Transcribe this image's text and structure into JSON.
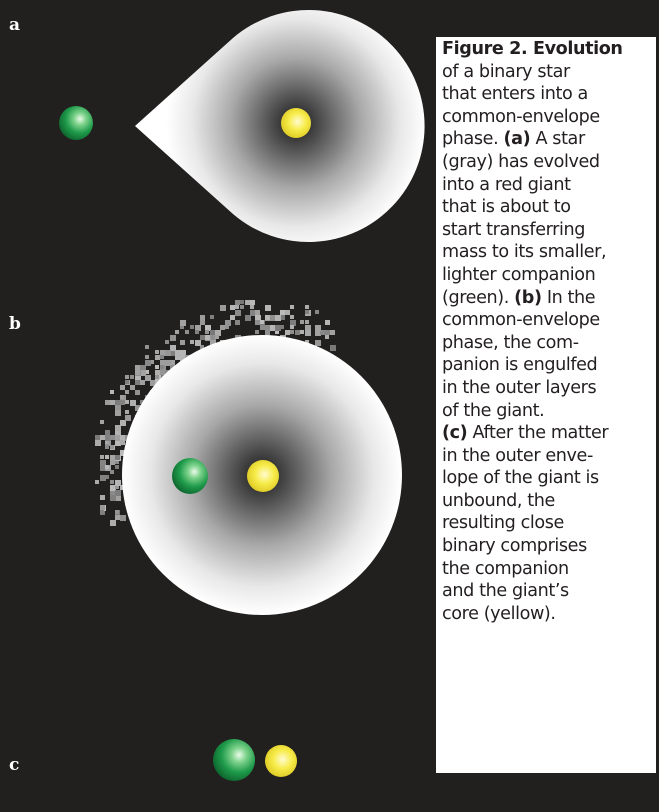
{
  "panel_labels": {
    "a": "a",
    "b": "b",
    "c": "c"
  },
  "caption": {
    "heading": "Figure 2. Evolution",
    "part1": "of a binary star\nthat enters into a\ncommon-envelope\nphase.",
    "label_a": "(a)",
    "part2": "A star\n(gray) has evolved\ninto a red giant\nthat is about to\nstart transferring\nmass to its smaller,\nlighter companion\n(green).",
    "label_b": "(b)",
    "part3": "In the\ncommon-envelope\nphase, the com-\npanion is engulfed\nin the outer layers\nof the giant.\n",
    "label_c": "(c)",
    "part4": "After the matter\nin the outer enve-\nlope of the giant is\nunbound, the\nresulting close\nbinary comprises\nthe companion\nand the giant’s\ncore (yellow)."
  },
  "colors": {
    "background": "#221f1f",
    "companion": "#1e9a4a",
    "core": "#f3e63a",
    "envelope": "#ffffff",
    "ejected_matter": "#8c8c8c"
  }
}
